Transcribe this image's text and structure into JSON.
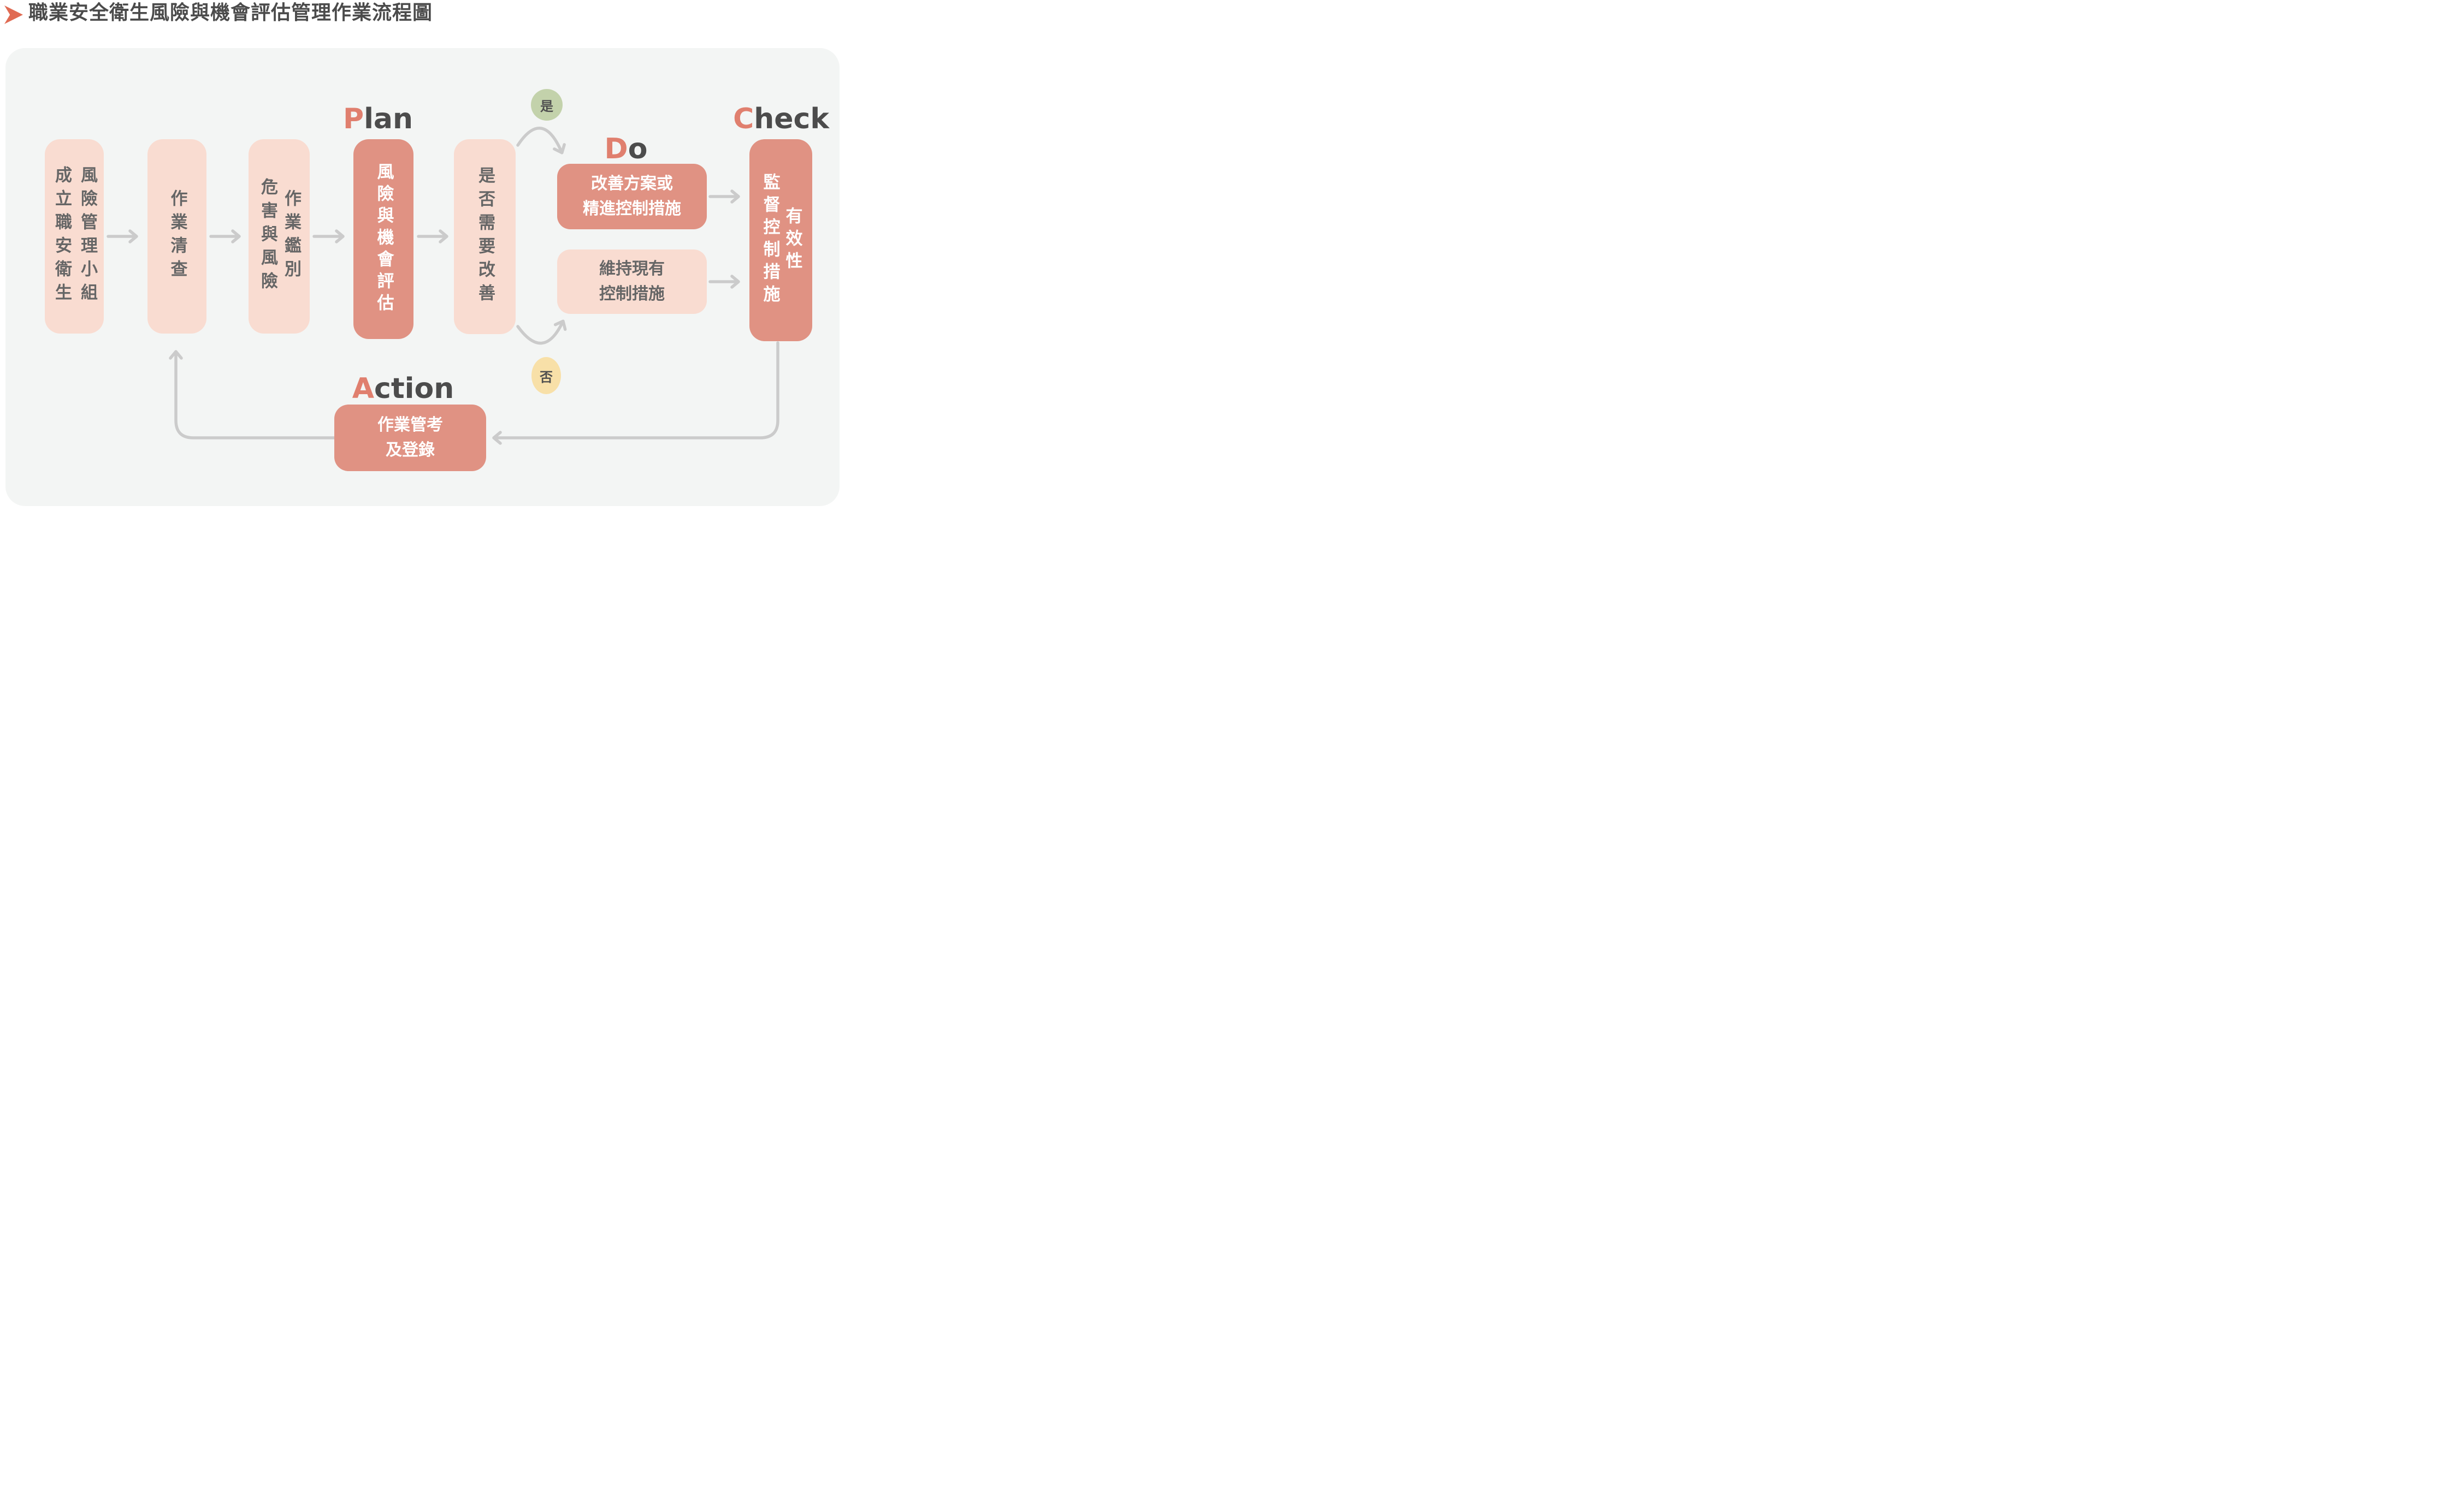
{
  "title": {
    "text": "職業安全衛生風險與機會評估管理作業流程圖"
  },
  "palette": {
    "title_text": "#4b4b4b",
    "title_arrow_icon": "#e06b53",
    "panel_background": "#f3f5f4",
    "light_box_fill": "#f9dcd1",
    "light_box_text": "#666666",
    "accent_box_fill": "#e09283",
    "accent_box_text": "#ffffff",
    "pdca_accent_letter": "#e07f6e",
    "pdca_rest": "#4c4c4c",
    "yes_badge_fill": "#c3d2ab",
    "no_badge_fill": "#f8e0a8",
    "connector_gray": "#cbcbcb"
  },
  "nodes": {
    "team": {
      "col_left": "成立職安衛生",
      "col_right": "風險管理小組"
    },
    "inventory": {
      "text": "作業清查"
    },
    "hazard": {
      "col_left": "危害與風險",
      "col_right": "作業鑑別"
    },
    "assessment": {
      "text": "風險與機會評估"
    },
    "decision": {
      "text": "是否需要改善"
    },
    "improve": {
      "line1": "改善方案或",
      "line2": "精進控制措施"
    },
    "maintain": {
      "line1": "維持現有",
      "line2": "控制措施"
    },
    "monitor": {
      "col_left": "監督控制措施",
      "col_right": "有效性"
    },
    "action": {
      "line1": "作業管考",
      "line2": "及登錄"
    }
  },
  "pdca_labels": {
    "plan": {
      "first": "P",
      "rest": "lan"
    },
    "do": {
      "first": "D",
      "rest": "o"
    },
    "check": {
      "first": "C",
      "rest": "heck"
    },
    "action": {
      "first": "A",
      "rest": "ction"
    }
  },
  "badges": {
    "yes": "是",
    "no": "否"
  }
}
